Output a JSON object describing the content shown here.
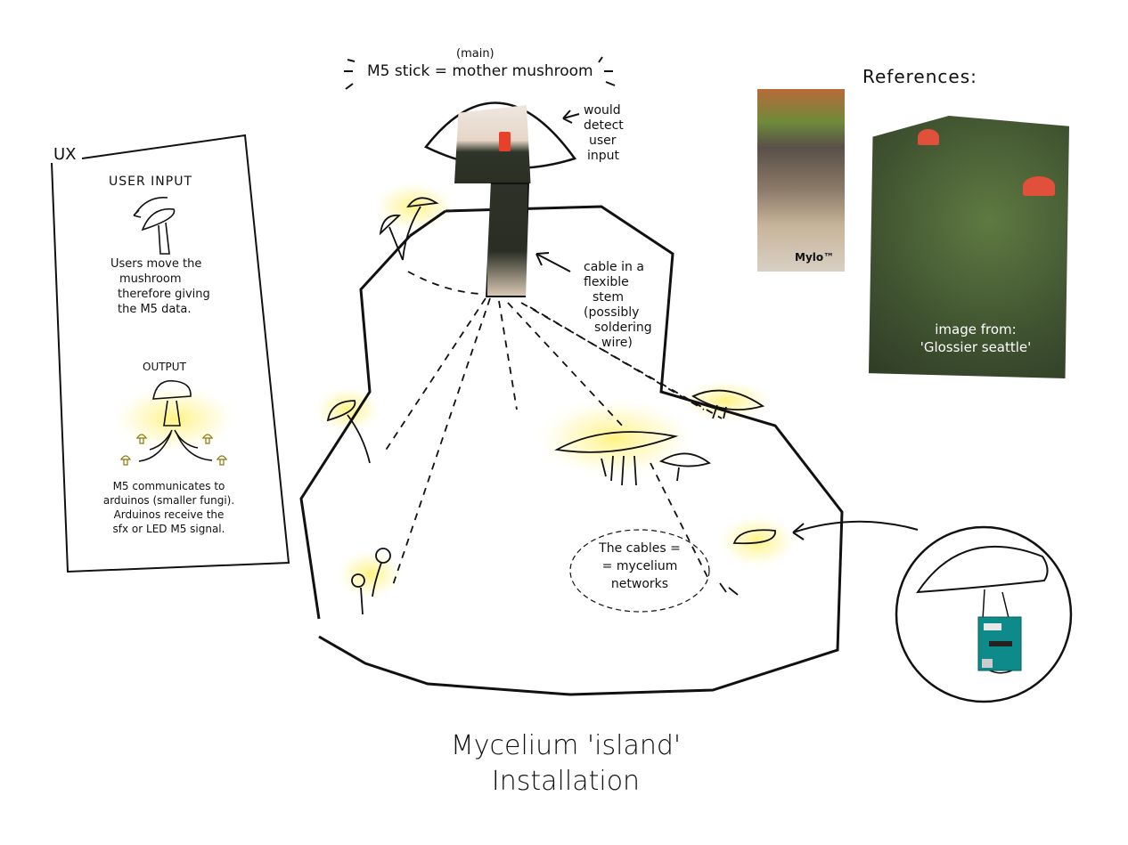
{
  "ux_panel": {
    "label": "UX",
    "input_heading": "USER INPUT",
    "input_text": [
      "Users move the",
      "mushroom",
      "therefore giving",
      "the M5 data."
    ],
    "output_heading": "OUTPUT",
    "output_text": [
      "M5 communicates to",
      "arduinos (smaller fungi).",
      "Arduinos receive the",
      "sfx or LED M5 signal."
    ]
  },
  "main_title": {
    "sub": "(main)",
    "text": "M5 stick = mother mushroom"
  },
  "annotations": {
    "detect": [
      "would",
      "detect",
      "user",
      "input"
    ],
    "cable": [
      "cable in a",
      "flexible",
      "stem",
      "(possibly",
      "soldering",
      "wire)"
    ],
    "cables_note": [
      "The cables =",
      "= mycelium",
      "networks"
    ]
  },
  "references": {
    "heading": "References:",
    "mylo_caption": "Mylo™",
    "glossier_caption": [
      "image from:",
      "'Glossier seattle'"
    ]
  },
  "footer_title": [
    "Mycelium 'island'",
    "Installation"
  ],
  "colors": {
    "ink": "#111111",
    "glow": "#fff27a",
    "moss": "#4f6a38",
    "m5_red": "#e8402a",
    "arduino": "#0f8a8a"
  }
}
